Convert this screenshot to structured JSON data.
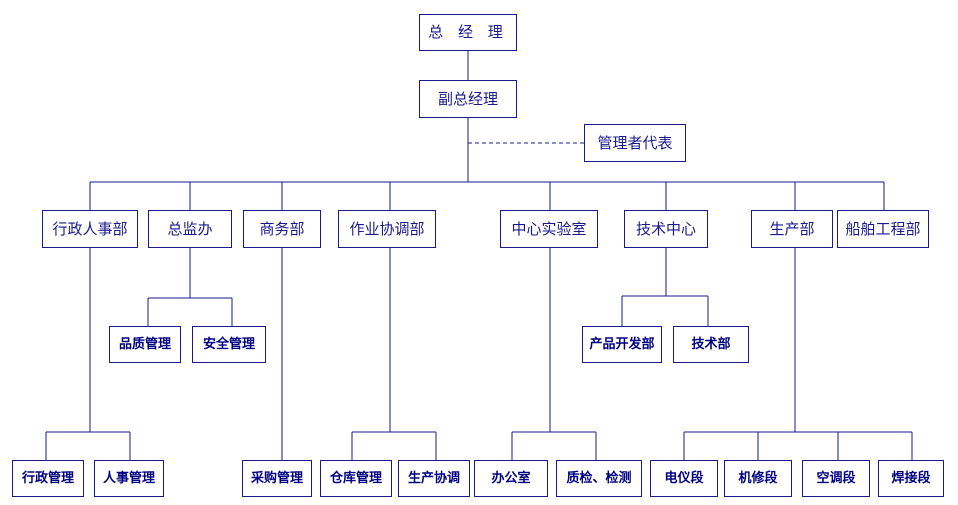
{
  "org": {
    "gm": "总 经 理",
    "deputy": "副总经理",
    "rep": "管理者代表",
    "departments": {
      "admin_hr": "行政人事部",
      "supervisor": "总监办",
      "commerce": "商务部",
      "ops_coord": "作业协调部",
      "central_lab": "中心实验室",
      "tech_center": "技术中心",
      "production": "生产部",
      "ship_eng": "船舶工程部"
    },
    "sub": {
      "quality": "品质管理",
      "safety": "安全管理",
      "product_dev": "产品开发部",
      "tech_dept": "技术部",
      "admin_mgmt": "行政管理",
      "hr_mgmt": "人事管理",
      "purchasing": "采购管理",
      "warehouse": "仓库管理",
      "prod_coord": "生产协调",
      "office": "办公室",
      "qc_test": "质检、检测",
      "instrument": "电仪段",
      "machine_repair": "机修段",
      "aircon": "空调段",
      "welding": "焊接段"
    }
  },
  "colors": {
    "line": "#1a1a8c",
    "text": "#1a1a8c",
    "sub_text": "#000080"
  }
}
